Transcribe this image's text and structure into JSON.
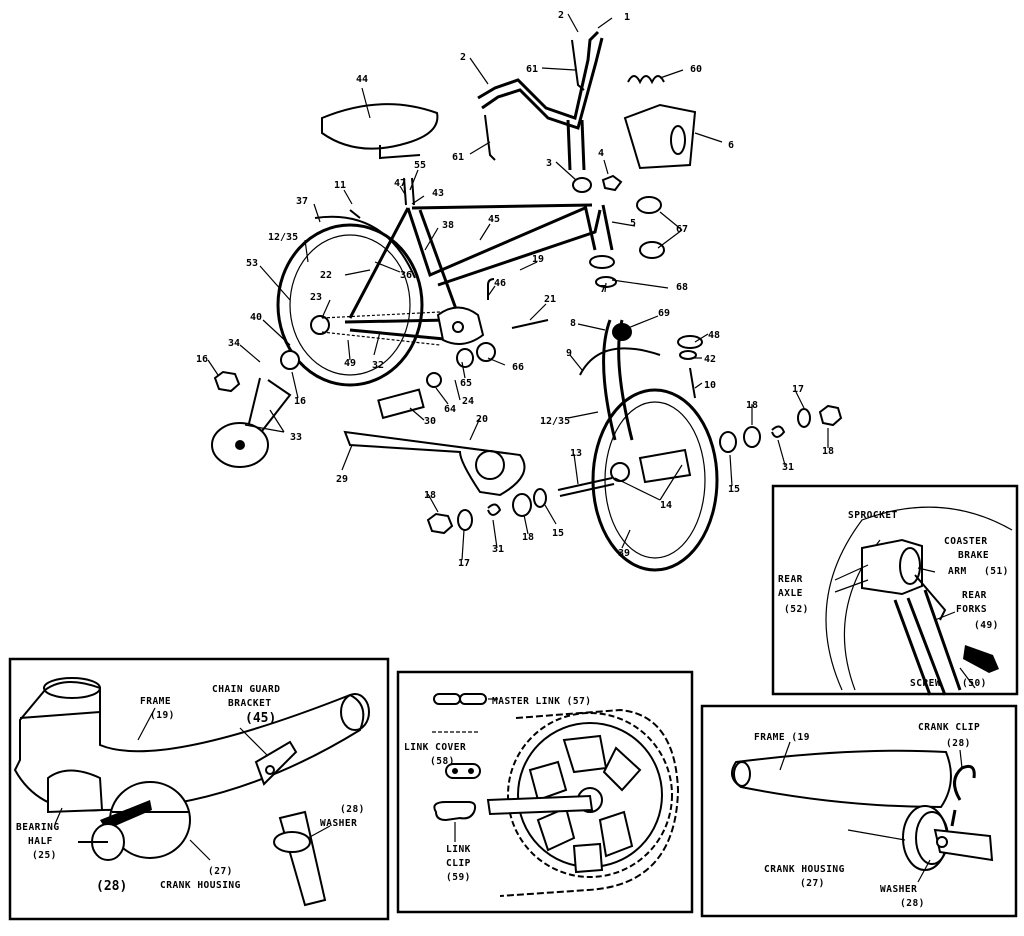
{
  "main_callouts": [
    "1",
    "2",
    "61",
    "60",
    "2",
    "44",
    "61",
    "6",
    "3",
    "4",
    "55",
    "47",
    "43",
    "11",
    "37",
    "38",
    "45",
    "67",
    "12/35",
    "5",
    "36",
    "22",
    "19",
    "53",
    "23",
    "46",
    "7",
    "68",
    "21",
    "40",
    "8",
    "69",
    "49",
    "32",
    "65",
    "66",
    "48",
    "9",
    "42",
    "34",
    "16",
    "24",
    "64",
    "10",
    "16",
    "30",
    "17",
    "18",
    "12/35",
    "33",
    "20",
    "13",
    "31",
    "18",
    "29",
    "15",
    "14",
    "18",
    "17",
    "31",
    "18",
    "15",
    "39"
  ],
  "inset_rear": {
    "sprocket": "SPROCKET",
    "coaster_brake_arm_1": "COASTER",
    "coaster_brake_arm_2": "BRAKE",
    "coaster_brake_arm_3": "ARM",
    "coaster_brake_arm_num": "(51)",
    "rear_axle_1": "REAR",
    "rear_axle_2": "AXLE",
    "rear_axle_num": "(52)",
    "rear_forks_1": "REAR",
    "rear_forks_2": "FORKS",
    "rear_forks_num": "(49)",
    "screw": "SCREW",
    "screw_num": "(50)"
  },
  "inset_crank_left": {
    "frame": "FRAME",
    "frame_num": "(19)",
    "chain_guard_1": "CHAIN GUARD",
    "chain_guard_2": "BRACKET",
    "chain_guard_num": "(45)",
    "bearing_1": "BEARING",
    "bearing_2": "HALF",
    "bearing_num": "(25)",
    "washer_num": "(28)",
    "washer": "WASHER",
    "crank_num": "(27)",
    "crank": "CRANK HOUSING",
    "big_28": "(28)"
  },
  "inset_chain": {
    "master_link": "MASTER LINK (57)",
    "link_cover": "LINK COVER",
    "link_cover_num": "(58)",
    "link_clip_1": "LINK",
    "link_clip_2": "CLIP",
    "link_clip_num": "(59)"
  },
  "inset_crank_right": {
    "frame": "FRAME (19",
    "crank_clip": "CRANK CLIP",
    "crank_clip_num": "(28)",
    "crank_housing": "CRANK HOUSING",
    "crank_housing_num": "(27)",
    "washer": "WASHER",
    "washer_num": "(28)"
  }
}
